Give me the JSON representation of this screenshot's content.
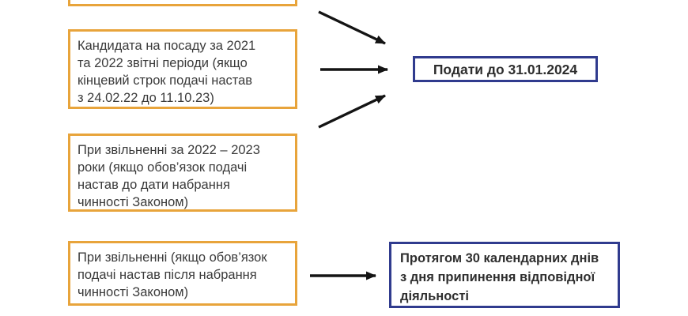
{
  "page": {
    "background": "#ffffff",
    "colors": {
      "accent_yellow": "#E8A43B",
      "accent_navy": "#303B8E",
      "text_dark": "#3A3A3A",
      "arrow_black": "#141414"
    },
    "left_boxes": [
      {
        "id": "top-partial",
        "lines": []
      },
      {
        "id": "candidate-2021-2022",
        "lines": [
          "Кандидата на посаду за 2021",
          "та 2022 звітні періоди (якщо",
          "кінцевий строк подачі настав",
          "з 24.02.22 до 11.10.23)"
        ]
      },
      {
        "id": "dismissal-2022-2023",
        "lines": [
          "При звільненні за 2022 – 2023",
          "роки (якщо обов’язок подачі",
          "настав до дати набрання",
          "чинності Законом)"
        ]
      },
      {
        "id": "dismissal-after-law",
        "lines": [
          "При звільненні (якщо обов’язок",
          "подачі настав після набрання",
          "чинності Законом)"
        ]
      }
    ],
    "right_boxes": [
      {
        "id": "deadline-31-01-2024",
        "lines": [
          "Подати до 31.01.2024"
        ]
      },
      {
        "id": "within-30-days",
        "lines": [
          "Протягом 30 календарних днів",
          "з дня припинення відповідної",
          "діяльності"
        ]
      }
    ]
  }
}
